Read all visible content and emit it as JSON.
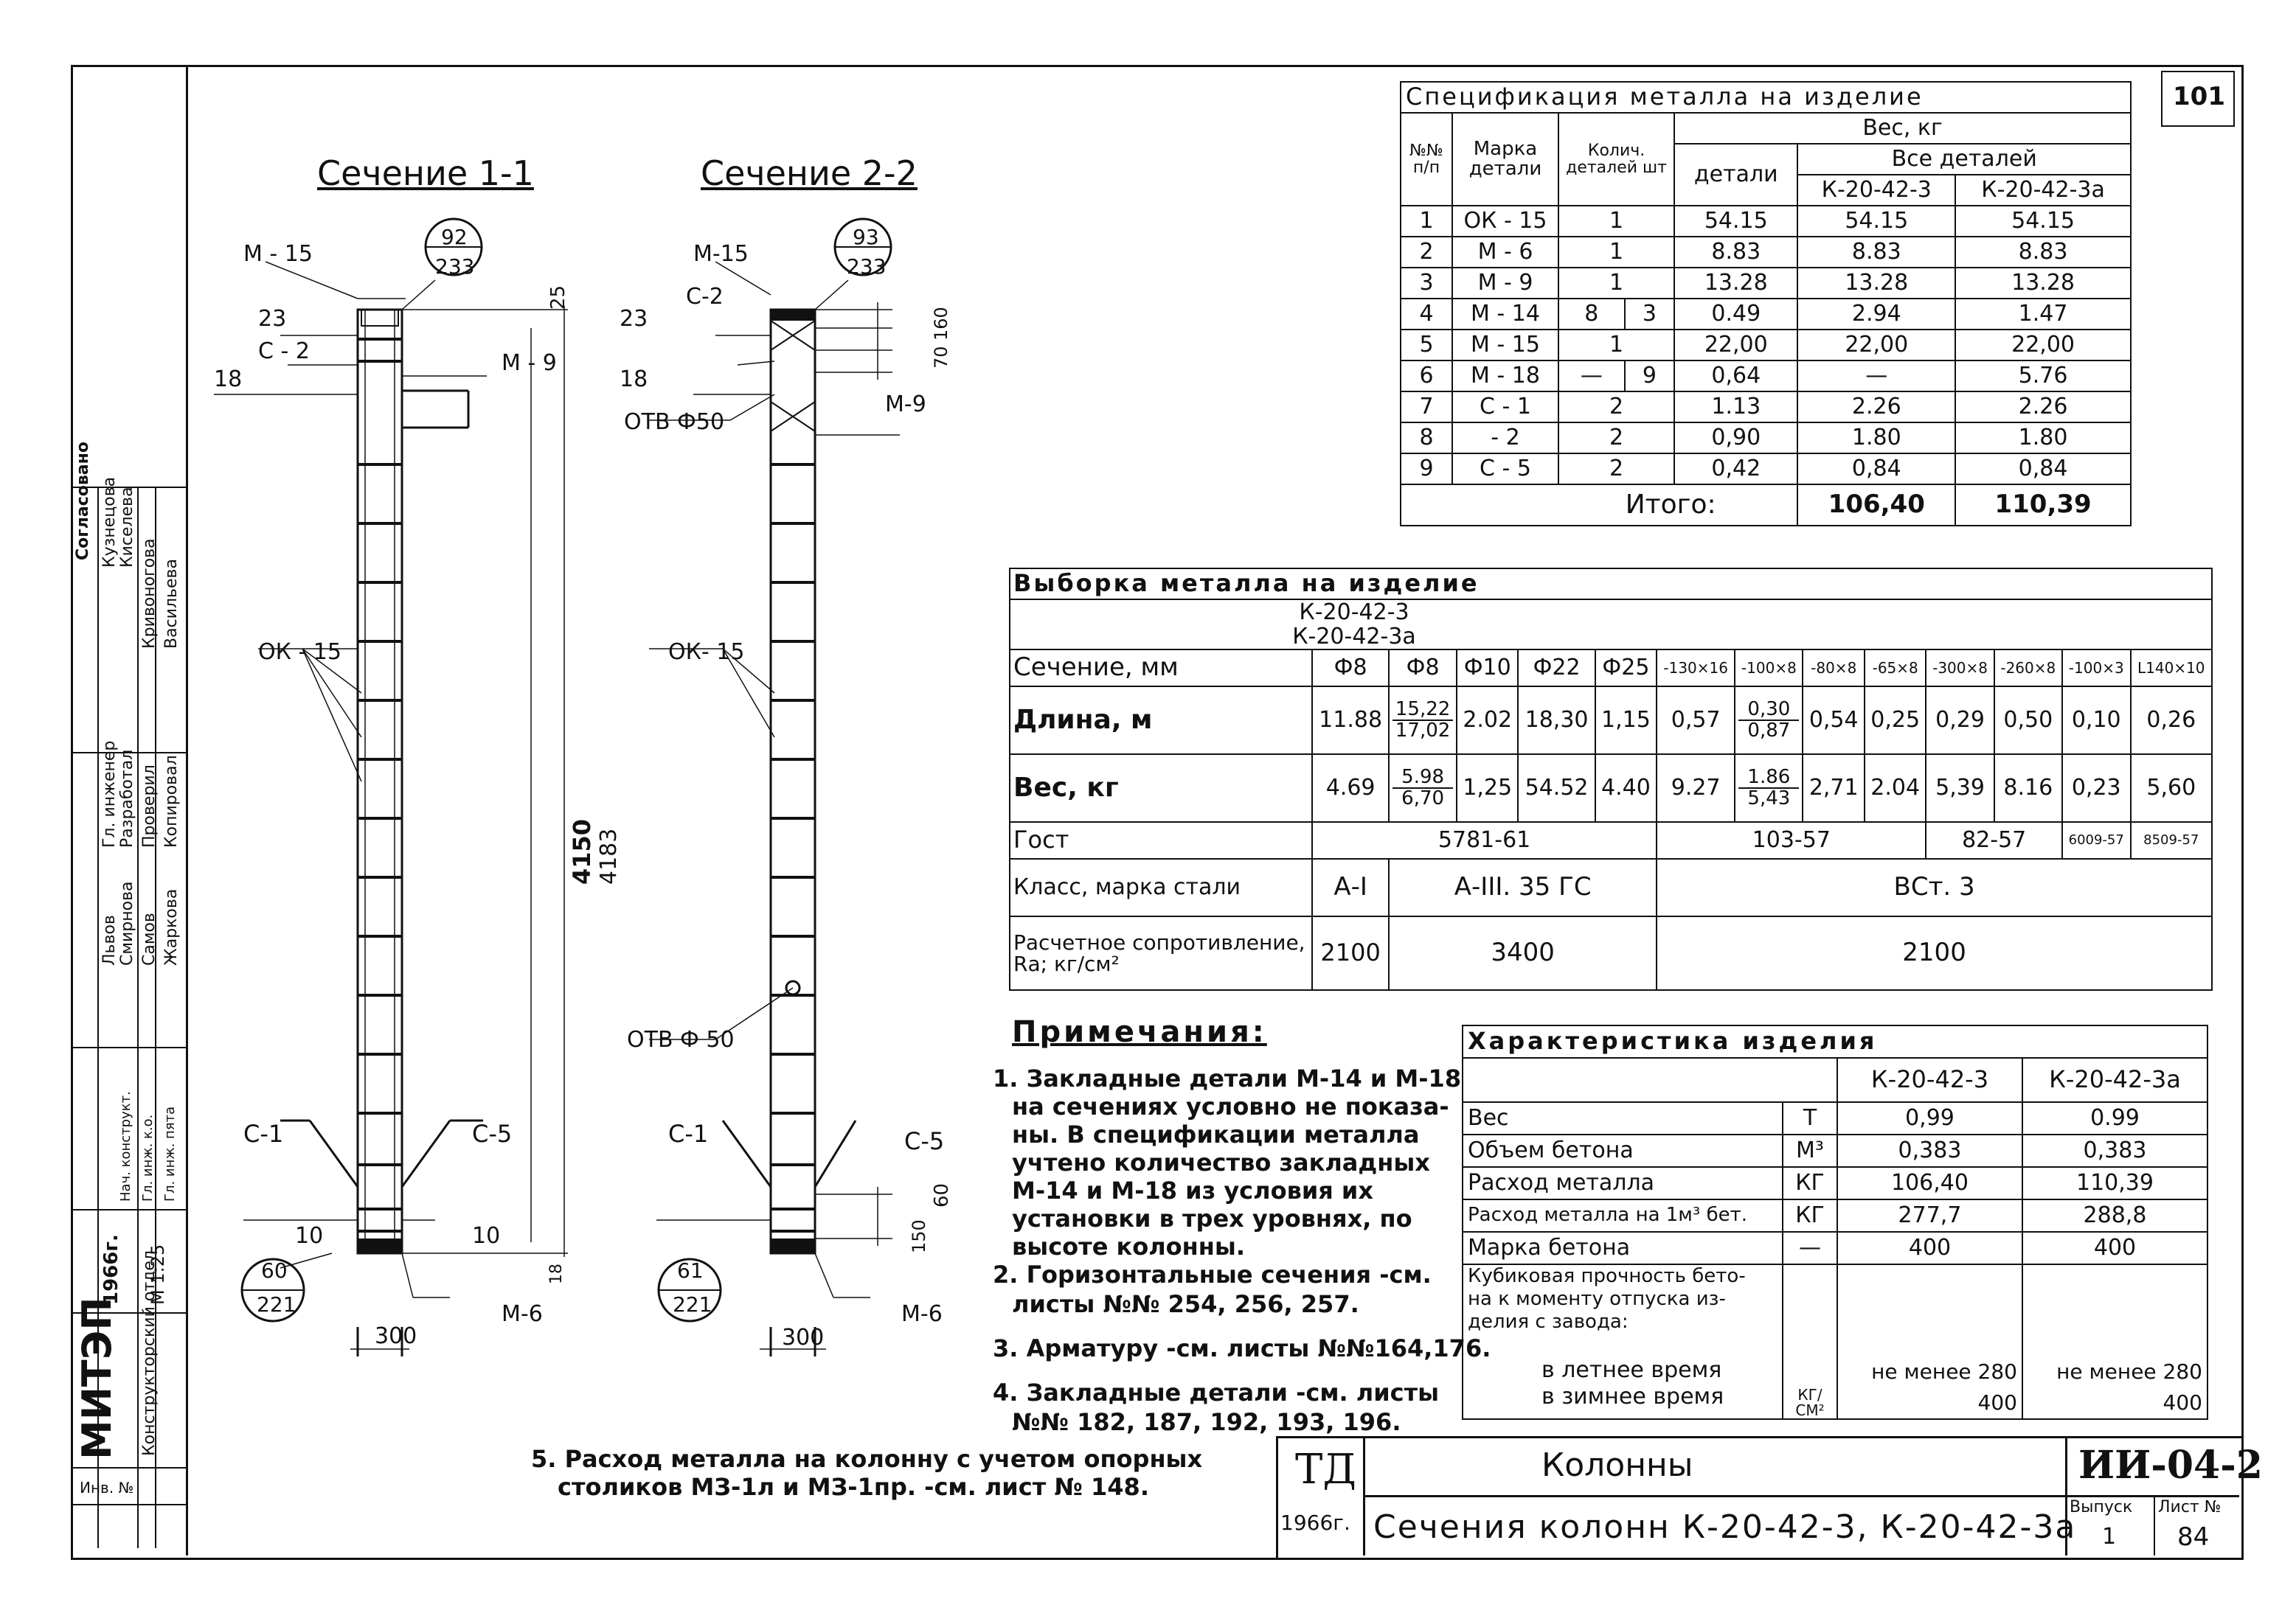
{
  "sheet_number_corner": "101",
  "section_titles": {
    "s1": "Сечение 1-1",
    "s2": "Сечение 2-2"
  },
  "section1": {
    "m15": "М - 15",
    "circle_top": "92",
    "circle_bottom": "233",
    "dim25": "25",
    "v23": "23",
    "c2": "С - 2",
    "m9": "М - 9",
    "v18": "18",
    "ok15": "ОК - 15",
    "h4150": "4150",
    "h4183": "4183",
    "c1": "С-1",
    "c5": "С-5",
    "v10a": "10",
    "v10b": "10",
    "v18b": "18",
    "circle2_top": "60",
    "circle2_bottom": "221",
    "w300": "300",
    "m6": "М-6"
  },
  "section2": {
    "m15": "М-15",
    "circle_top": "93",
    "circle_bottom": "233",
    "c2": "С-2",
    "v23": "23",
    "v18": "18",
    "dim160": "160",
    "dim70": "70",
    "m9": "М-9",
    "otv1": "ОТВ Ф50",
    "ok15": "ОК- 15",
    "otv2": "ОТВ Ф 50",
    "c1": "С-1",
    "c5": "С-5",
    "dim60": "60",
    "dim150": "150",
    "circle2_top": "61",
    "circle2_bottom": "221",
    "w300": "300",
    "m6": "М-6"
  },
  "spec": {
    "title": "Спецификация металла на изделие",
    "h_num": "№№ п/п",
    "h_mark": "Марка детали",
    "h_qty": "Колич. деталей шт",
    "h_weight": "Вес, кг",
    "h_detail": "детали",
    "h_all": "Все деталей",
    "h_k3": "К-20-42-3",
    "h_k3a": "К-20-42-3а",
    "rows": [
      {
        "n": "1",
        "mark": "ОК - 15",
        "qty": "1",
        "q2": "",
        "d": "54.15",
        "a": "54.15",
        "b": "54.15"
      },
      {
        "n": "2",
        "mark": "М - 6",
        "qty": "1",
        "q2": "",
        "d": "8.83",
        "a": "8.83",
        "b": "8.83"
      },
      {
        "n": "3",
        "mark": "М - 9",
        "qty": "1",
        "q2": "",
        "d": "13.28",
        "a": "13.28",
        "b": "13.28"
      },
      {
        "n": "4",
        "mark": "М - 14",
        "qty": "8",
        "q2": "3",
        "d": "0.49",
        "a": "2.94",
        "b": "1.47"
      },
      {
        "n": "5",
        "mark": "М - 15",
        "qty": "1",
        "q2": "",
        "d": "22,00",
        "a": "22,00",
        "b": "22,00"
      },
      {
        "n": "6",
        "mark": "М - 18",
        "qty": "—",
        "q2": "9",
        "d": "0,64",
        "a": "—",
        "b": "5.76"
      },
      {
        "n": "7",
        "mark": "С - 1",
        "qty": "2",
        "q2": "",
        "d": "1.13",
        "a": "2.26",
        "b": "2.26"
      },
      {
        "n": "8",
        "mark": "- 2",
        "qty": "2",
        "q2": "",
        "d": "0,90",
        "a": "1.80",
        "b": "1.80"
      },
      {
        "n": "9",
        "mark": "С - 5",
        "qty": "2",
        "q2": "",
        "d": "0,42",
        "a": "0,84",
        "b": "0,84"
      }
    ],
    "total_label": "Итого:",
    "total_a": "106,40",
    "total_b": "110,39"
  },
  "sel": {
    "title": "Выборка металла на изделие",
    "sub1": "К-20-42-3",
    "sub2": "К-20-42-3а",
    "cols": [
      "Ф8",
      "Ф8",
      "Ф10",
      "Ф22",
      "Ф25",
      "-130×16",
      "-100×8",
      "-80×8",
      "-65×8",
      "-300×8",
      "-260×8",
      "-100×3",
      "L140×10"
    ],
    "row_section": "Сечение, мм",
    "row_length": "Длина, м",
    "length": [
      "11.88",
      "15,22|17,02",
      "2.02",
      "18,30",
      "1,15",
      "0,57",
      "0,30|0,87",
      "0,54",
      "0,25",
      "0,29",
      "0,50",
      "0,10",
      "0,26"
    ],
    "row_weight": "Вес, кг",
    "weight": [
      "4.69",
      "5.98|6,70",
      "1,25",
      "54.52",
      "4.40",
      "9.27",
      "1.86|5,43",
      "2,71",
      "2.04",
      "5,39",
      "8.16",
      "0,23",
      "5,60"
    ],
    "row_gost": "Гост",
    "gost1": "5781-61",
    "gost2": "103-57",
    "gost3": "82-57",
    "gost4": "6009-57",
    "gost5": "8509-57",
    "row_class": "Класс, марка стали",
    "class1": "А-I",
    "class2": "А-III. 35 ГС",
    "class3": "ВСт. 3",
    "row_resist": "Расчетное сопротивление, Rа; кг/см²",
    "res1": "2100",
    "res2": "3400",
    "res3": "2100"
  },
  "notes": {
    "title": "Примечания:",
    "n1": [
      "1. Закладные детали М-14 и М-18",
      "на сечениях условно не показа-",
      "ны. В спецификации металла",
      "учтено количество закладных",
      "М-14 и М-18 из условия их",
      "установки в трех уровнях, по",
      "высоте колонны."
    ],
    "n2": [
      "2. Горизонтальные сечения -см.",
      "листы №№ 254, 256, 257."
    ],
    "n3": "3. Арматуру -см. листы №№164,176.",
    "n4": [
      "4. Закладные детали -см. листы",
      "№№ 182, 187, 192, 193, 196."
    ],
    "n5": [
      "5. Расход металла на колонну с учетом опорных",
      "столиков МЗ-1л и МЗ-1пр. -см. лист № 148."
    ]
  },
  "char": {
    "title": "Характеристика изделия",
    "k3": "К-20-42-3",
    "k3a": "К-20-42-3а",
    "rows": [
      {
        "name": "Вес",
        "unit": "Т",
        "a": "0,99",
        "b": "0.99"
      },
      {
        "name": "Объем бетона",
        "unit": "М³",
        "a": "0,383",
        "b": "0,383"
      },
      {
        "name": "Расход металла",
        "unit": "КГ",
        "a": "106,40",
        "b": "110,39"
      },
      {
        "name": "Расход металла на 1м³ бет.",
        "unit": "КГ",
        "a": "277,7",
        "b": "288,8"
      },
      {
        "name": "Марка бетона",
        "unit": "—",
        "a": "400",
        "b": "400"
      }
    ],
    "cube_label": [
      "Кубиковая прочность бето-",
      "на к моменту отпуска из-",
      "делия с завода:"
    ],
    "summer": "в летнее время",
    "winter": "в зимнее время",
    "unit": "КГ/СМ²",
    "summer_a": "не менее 280",
    "summer_b": "не менее 280",
    "winter_a": "400",
    "winter_b": "400"
  },
  "stamp": {
    "org": "ТД",
    "year": "1966г.",
    "title1": "Колонны",
    "title2": "Сечения колонн К-20-42-3, К-20-42-3а",
    "code": "ИИ-04-2",
    "issue_label": "Выпуск",
    "issue": "1",
    "sheet_label": "Лист №",
    "sheet": "84"
  },
  "leftstrip": {
    "agreed": "Согласовано",
    "names1": [
      "Кузнецова",
      "Киселева",
      "Кривоногова",
      "Васильева"
    ],
    "roles": [
      "Гл. инженер",
      "Разработал",
      "Проверил",
      "Копировал"
    ],
    "names2": [
      "Львов",
      "Смирнова",
      "Самов",
      "Жаркова"
    ],
    "roles2": [
      "Нач. конструкт.",
      "Гл. инж. к.о.",
      "Гл. инж. пята"
    ],
    "year": "1966г.",
    "scale": "М 1:25",
    "dept": "Конструкторский отдел",
    "org": "МИТЭП",
    "inv": "Инв. №"
  }
}
